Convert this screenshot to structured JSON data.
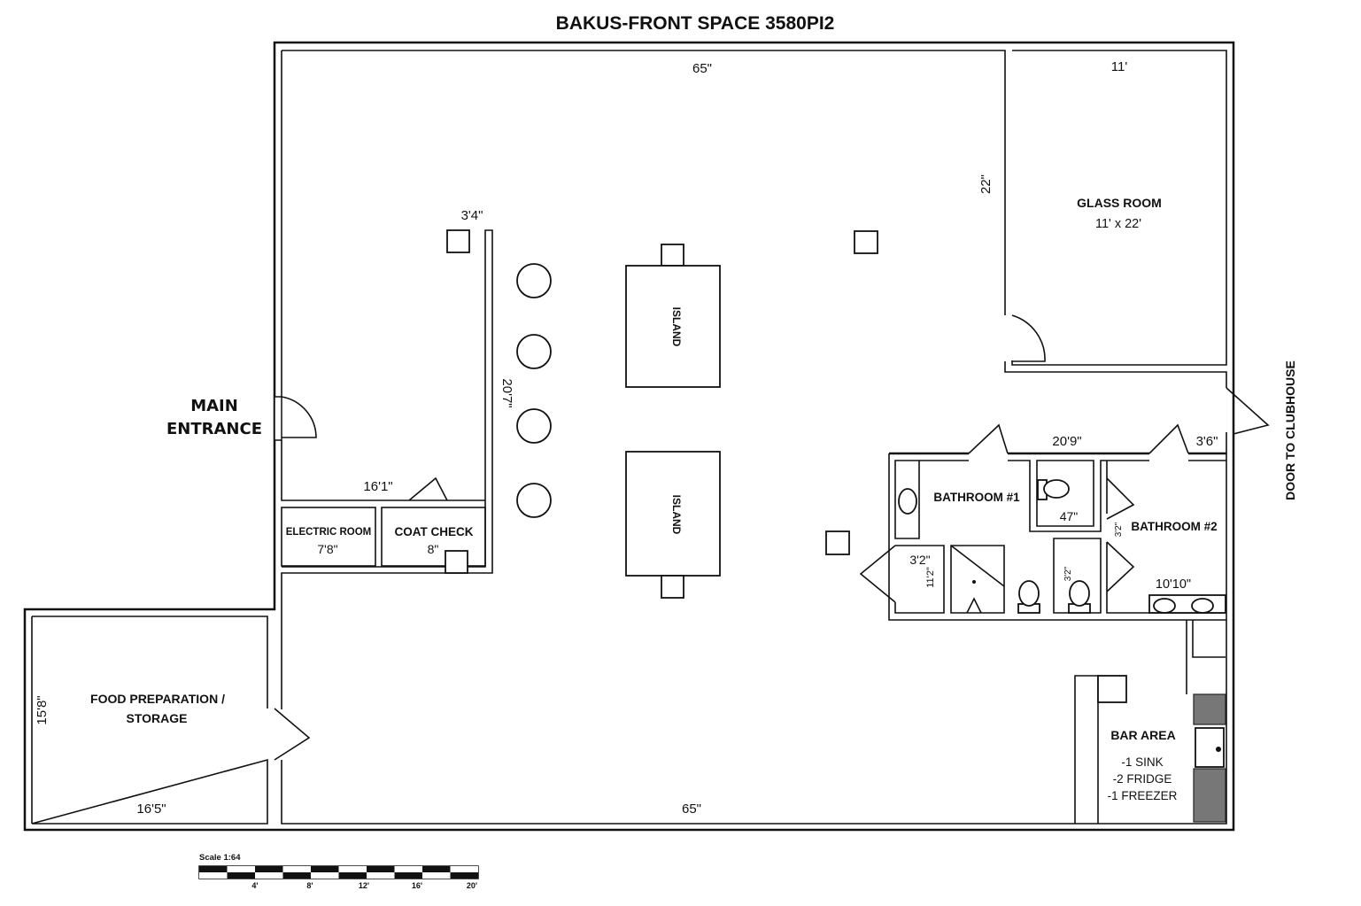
{
  "title": "BAKUS-FRONT SPACE 3580PI2",
  "entrance": {
    "line1": "MAIN",
    "line2": "ENTRANCE"
  },
  "rooms": {
    "glass_room": {
      "name": "GLASS ROOM",
      "size": "11' x 22'"
    },
    "electric_room": {
      "name": "ELECTRIC ROOM",
      "size": "7'8\""
    },
    "coat_check": {
      "name": "COAT CHECK",
      "size": "8\""
    },
    "food_prep": {
      "line1": "FOOD PREPARATION /",
      "line2": "STORAGE"
    },
    "bathroom1": {
      "name": "BATHROOM #1"
    },
    "bathroom2": {
      "name": "BATHROOM #2"
    },
    "bar_area": {
      "name": "BAR AREA",
      "items": [
        "-1 SINK",
        "-2 FRIDGE",
        "-1 FREEZER"
      ]
    },
    "island_top": "ISLAND",
    "island_bottom": "ISLAND",
    "door_clubhouse": "DOOR TO CLUBHOUSE"
  },
  "dimensions": {
    "top_width": "65\"",
    "bottom_width": "65\"",
    "glass_width": "11'",
    "glass_height": "22\"",
    "bar_wall_top": "3'4\"",
    "bar_wall_length": "20'7\"",
    "front_wall": "16'1\"",
    "bath_wall": "20'9\"",
    "door_width": "3'6\"",
    "bath1_closet_w": "3'2\"",
    "bath1_closet_h": "11'2\"",
    "bath_mid_47": "47\"",
    "bath2_side": "3'2\"",
    "bath2_stall": "3'2\"",
    "bath2_width": "10'10\"",
    "food_height": "15'8\"",
    "food_width": "16'5\""
  },
  "scale": {
    "label": "Scale 1:64",
    "ticks": [
      "4'",
      "8'",
      "12'",
      "16'",
      "20'"
    ]
  }
}
